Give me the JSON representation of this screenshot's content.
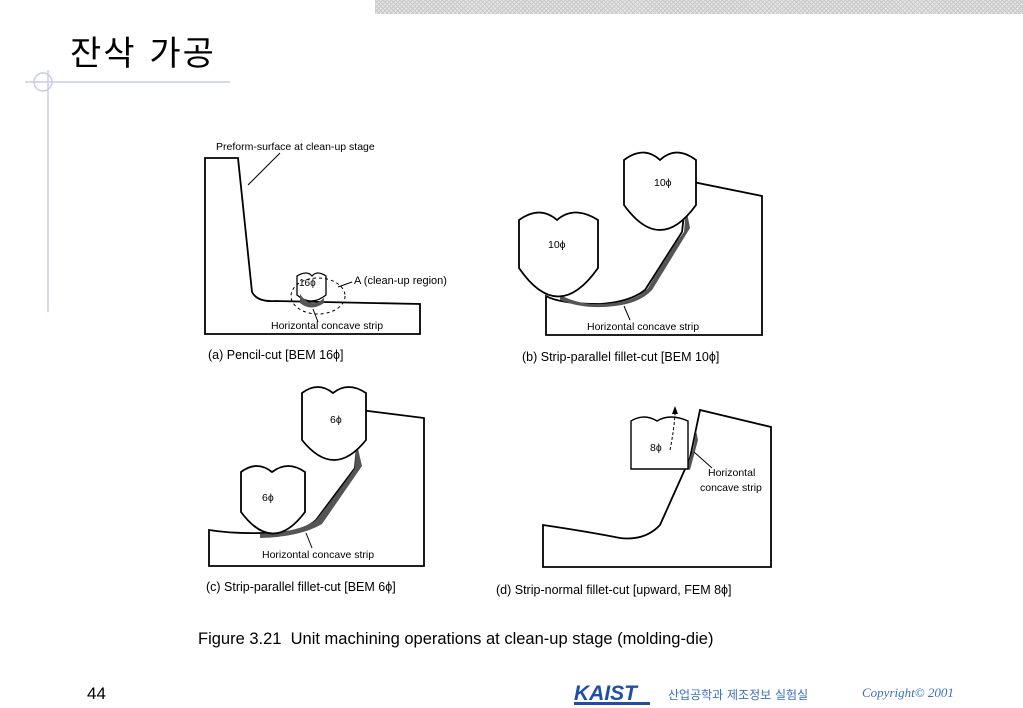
{
  "slide": {
    "title": "잔삭 가공",
    "page_number": "44",
    "footer": {
      "logo_text": "KAIST",
      "lab_name": "산업공학과 제조정보 실험실",
      "copyright": "Copyright© 2001"
    },
    "caption": "Figure 3.21  Unit machining operations at clean-up stage (molding-die)"
  },
  "figure": {
    "panel_a": {
      "label": "(a) Pencil-cut [BEM 16ϕ]",
      "preform_label": "Preform-surface at clean-up stage",
      "tool_label": "16ϕ",
      "region_label": "A (clean-up region)",
      "strip_label": "Horizontal concave strip"
    },
    "panel_b": {
      "label": "(b) Strip-parallel fillet-cut [BEM 10ϕ]",
      "tool_top_label": "10ϕ",
      "tool_bottom_label": "10ϕ",
      "strip_label": "Horizontal concave strip"
    },
    "panel_c": {
      "label": "(c) Strip-parallel fillet-cut [BEM 6ϕ]",
      "tool_top_label": "6ϕ",
      "tool_bottom_label": "6ϕ",
      "strip_label": "Horizontal concave strip"
    },
    "panel_d": {
      "label": "(d) Strip-normal fillet-cut [upward, FEM 8ϕ]",
      "tool_label": "8ϕ",
      "strip_label_line1": "Horizontal",
      "strip_label_line2": "concave strip"
    }
  },
  "colors": {
    "accent_blue": "#3a6fc4",
    "logo_blue": "#1d4fa8",
    "deco_line": "#c9cbe8"
  }
}
